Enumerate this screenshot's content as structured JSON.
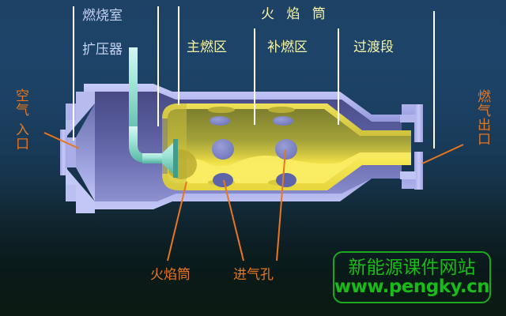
{
  "figure": {
    "title_top": "火 焰 筒",
    "background_colors": {
      "top": "#1d4266",
      "bottom": "#0b1c14"
    }
  },
  "top_labels": [
    {
      "name": "combustor-diffuser",
      "line1": "燃烧室",
      "line2": "扩压器",
      "color": "#c6d2f2"
    },
    {
      "name": "flame-tube-header",
      "text": "火 焰 筒",
      "color": "#f7f6a8"
    },
    {
      "name": "primary-zone",
      "text": "主燃区",
      "color": "#f7f6a8"
    },
    {
      "name": "secondary-zone",
      "text": "补燃区",
      "color": "#f7f6a8"
    },
    {
      "name": "transition-section",
      "text": "过渡段",
      "color": "#f7f6a8"
    }
  ],
  "side_labels": {
    "air_inlet_col1": "空气",
    "air_inlet_col2": "入口",
    "air_inlet_full": "空气入口",
    "gas_outlet": "燃气出口",
    "color": "#e8761f"
  },
  "bottom_labels": [
    {
      "name": "flame-tube",
      "text": "火焰筒",
      "color": "#e8761f"
    },
    {
      "name": "air-intake-holes",
      "text": "进气孔",
      "color": "#e8761f"
    }
  ],
  "watermark": {
    "chinese": "新能源课件网站",
    "url": "www.pengky.cn",
    "color": "#19bb19"
  },
  "diagram_colors": {
    "casing_light": "#b9bdf0",
    "casing_mid": "#8f93d6",
    "casing_dark": "#5e5f9a",
    "flame_tube_olive": "#8a8a34",
    "flame_tube_yellow": "#f2e23a",
    "flame_tube_bright": "#fdf36a",
    "injector_teal": "#9fe8da",
    "injector_teal_dark": "#56b9a6",
    "hole_blue": "#7c82c2",
    "leader_orange": "#e8761f",
    "divider_white": "#ffffff"
  },
  "dividers_x": [
    93,
    200,
    226,
    322,
    428,
    549
  ],
  "intake_holes": {
    "top_row_count": 2,
    "mid_row_count": 2,
    "bottom_row_count": 2
  }
}
